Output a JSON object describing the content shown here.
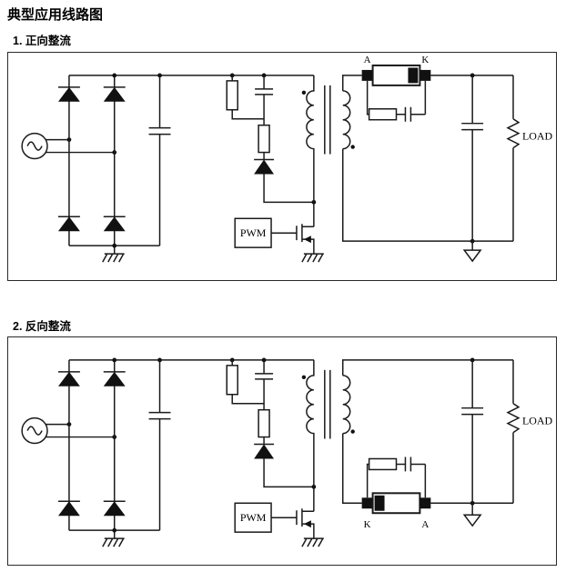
{
  "page": {
    "title": "典型应用线路图"
  },
  "colors": {
    "ink": "#1a1a1a",
    "background": "#ffffff",
    "border": "#2a2a2a"
  },
  "sections": [
    {
      "heading": "1. 正向整流",
      "pwm_label": "PWM",
      "load_label": "LOAD",
      "rectifier": {
        "left_pin": "A",
        "right_pin": "K"
      }
    },
    {
      "heading": "2. 反向整流",
      "pwm_label": "PWM",
      "load_label": "LOAD",
      "rectifier": {
        "left_pin": "K",
        "right_pin": "A"
      }
    }
  ]
}
